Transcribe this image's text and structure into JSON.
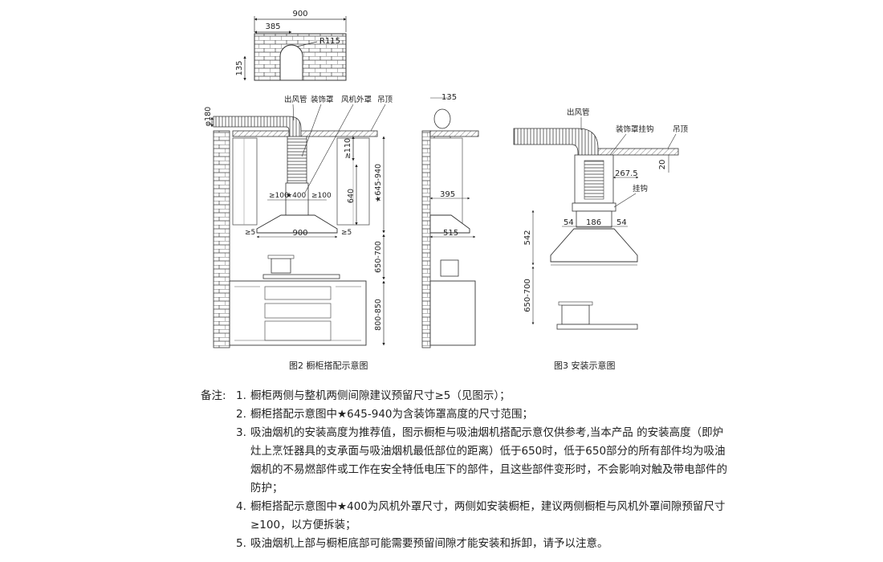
{
  "fig1": {
    "dims": {
      "width": "900",
      "left": "385",
      "radius": "R115",
      "height": "135"
    }
  },
  "fig2": {
    "caption": "图2  橱柜搭配示意图",
    "labels": {
      "outlet_pipe": "出风管",
      "deco_cover": "装饰罩",
      "outer_cover": "风机外罩",
      "ceiling": "吊顶"
    },
    "dims": {
      "phi180": "φ180",
      "ge110": "≥110",
      "star645": "★645-940",
      "ge100_left": "≥100",
      "star400": "★400",
      "ge100_right": "≥100",
      "h640": "640",
      "ge5_left": "≥5",
      "w900": "900",
      "ge5_right": "≥5",
      "h650_700": "650-700",
      "h800_850": "800-850"
    },
    "side_dims": {
      "top135": "135",
      "w395": "395",
      "w515": "515"
    }
  },
  "fig3": {
    "caption": "图3  安装示意图",
    "labels": {
      "outlet_pipe": "出风管",
      "deco_hook": "装饰罩挂钩",
      "ceiling": "吊顶",
      "hook": "挂钩"
    },
    "dims": {
      "d267_5": "267.5",
      "d20": "20",
      "d54a": "54",
      "d186": "186",
      "d54b": "54",
      "d542": "542",
      "d650_700": "650-700"
    }
  },
  "notes": {
    "prefix": "备注:",
    "items": [
      {
        "num": "1.",
        "text": "橱柜两侧与整机两侧间隙建议预留尺寸≥5（见图示）；"
      },
      {
        "num": "2.",
        "text": "橱柜搭配示意图中★645-940为含装饰罩高度的尺寸范围；"
      },
      {
        "num": "3.",
        "text": "吸油烟机的安装高度为推荐值，图示橱柜与吸油烟机搭配示意仅供参考,当本产品 的安装高度（即炉灶上烹饪器具的支承面与吸油烟机最低部位的距离）低于650时，低于650部分的所有部件均为吸油烟机的不易燃部件或工作在安全特低电压下的部件，且这些部件变形时，不会影响对触及带电部件的防护；"
      },
      {
        "num": "4.",
        "text": "橱柜搭配示意图中★400为风机外罩尺寸，两侧如安装橱柜，建议两侧橱柜与风机外罩间隙预留尺寸≥100，以方便拆装；"
      },
      {
        "num": "5.",
        "text": "吸油烟机上部与橱柜底部可能需要预留间隙才能安装和拆卸，请予以注意。"
      }
    ]
  }
}
